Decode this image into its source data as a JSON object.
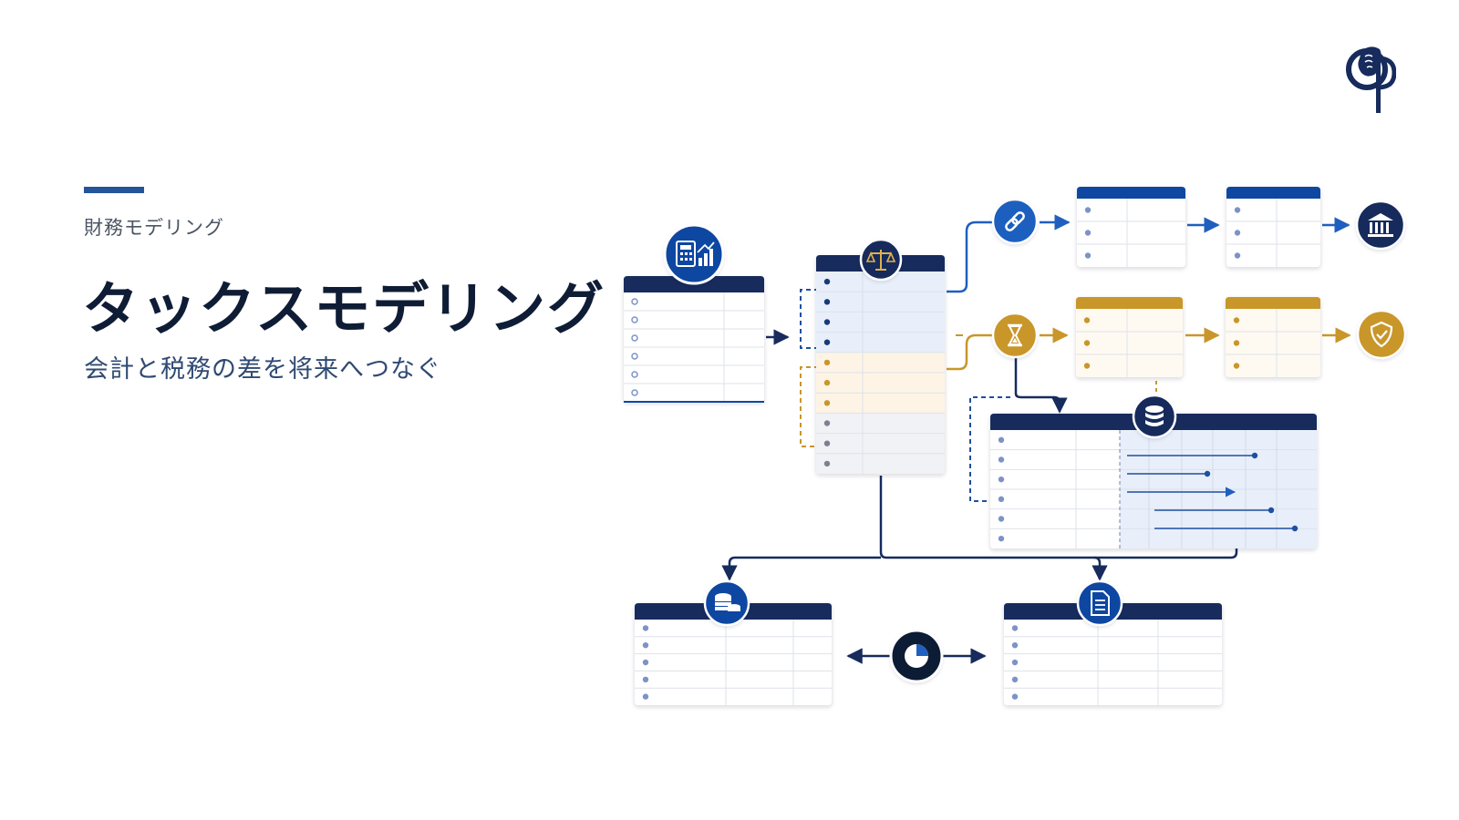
{
  "header": {
    "eyebrow": "財務モデリング",
    "title": "タックスモデリング",
    "subtitle": "会計と税務の差を将来へつなぐ"
  },
  "colors": {
    "navy": "#172b5c",
    "blue": "#0d47a1",
    "gold": "#c9962a",
    "accent": "#24549a",
    "light_blue": "#e8effa",
    "light_gold": "#fdf4e5",
    "light_gray": "#f1f2f5"
  },
  "icons": {
    "logo": "lion-op-monogram-logo",
    "input_sheet": "calculator-chart-icon",
    "reconcile_sheet": "balance-scale-icon",
    "permanent_path": "link-icon",
    "temporary_path": "hourglass-icon",
    "tax_authority": "bank-building-icon",
    "deferred_asset": "shield-check-icon",
    "schedule_sheet": "database-icon",
    "cash_tax_sheet": "coins-icon",
    "report_sheet": "document-icon",
    "hub": "pie-chart-icon"
  }
}
